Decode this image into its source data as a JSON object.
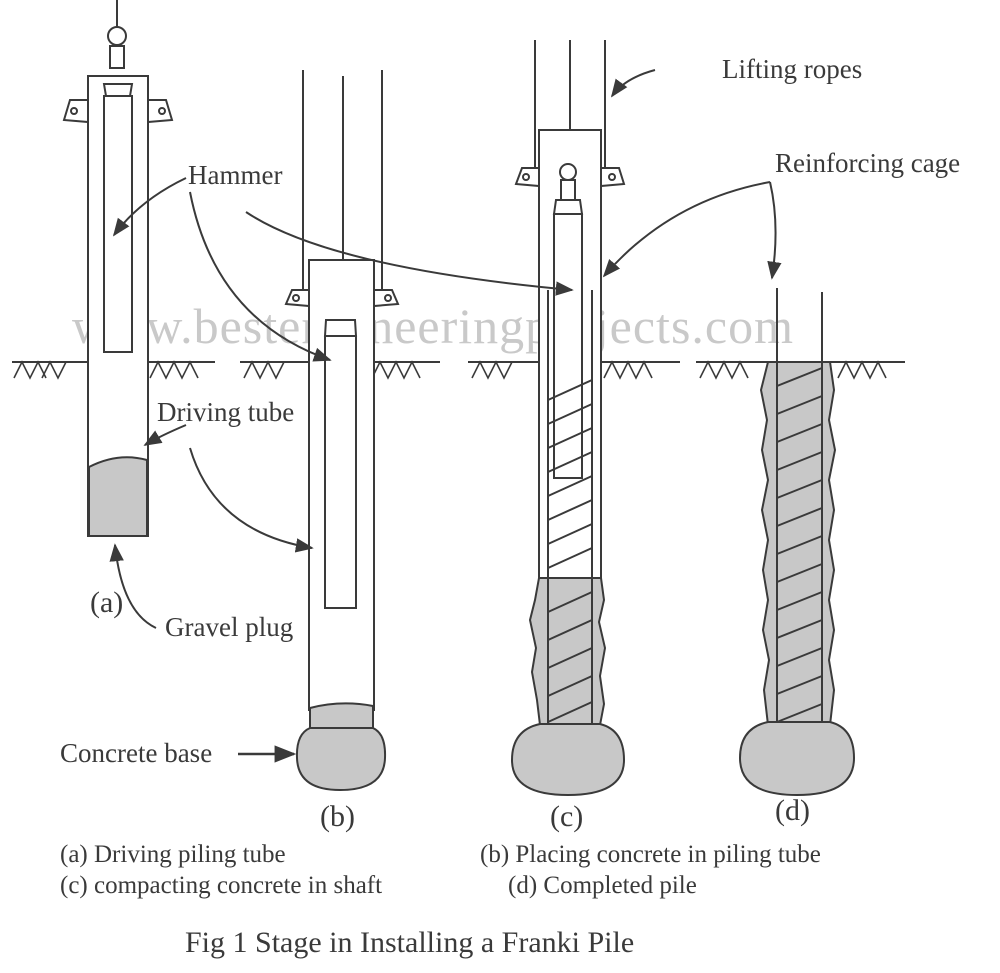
{
  "watermark": "www.bestengineeringprojects.com",
  "labels": {
    "lifting_ropes": "Lifting ropes",
    "reinforcing_cage": "Reinforcing cage",
    "hammer": "Hammer",
    "driving_tube": "Driving tube",
    "gravel_plug": "Gravel plug",
    "concrete_base": "Concrete base"
  },
  "stages": [
    {
      "id": "a",
      "label": "(a)",
      "caption": "(a) Driving piling tube"
    },
    {
      "id": "b",
      "label": "(b)",
      "caption": "(b) Placing concrete in piling tube"
    },
    {
      "id": "c",
      "label": "(c)",
      "caption": "(c) compacting concrete in shaft"
    },
    {
      "id": "d",
      "label": "(d)",
      "caption": "(d) Completed pile"
    }
  ],
  "figure_title": "Fig 1 Stage in Installing a Franki Pile",
  "colors": {
    "line": "#3a3a3a",
    "concrete": "#c8c8c8",
    "tube": "#ffffff"
  }
}
